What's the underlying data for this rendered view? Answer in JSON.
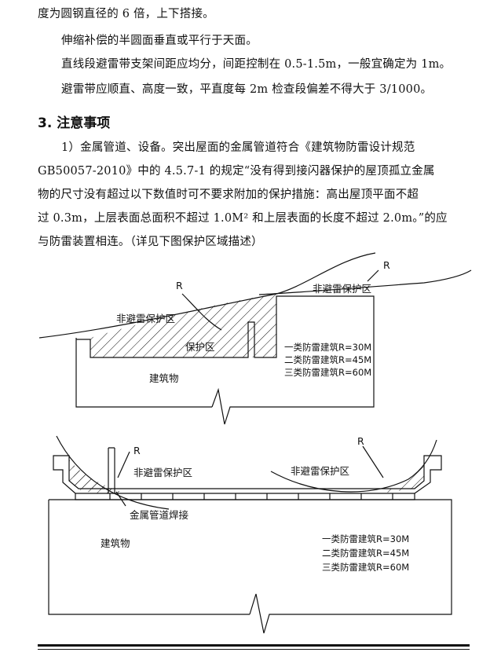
{
  "paragraph_top": [
    "度为圆钢直径的 6 倍，上下搭接。",
    "伸缩补偿的半圆面垂直或平行于天面。",
    "直线段避雷带支架间距应均分，间距控制在 0.5-1.5m，一般宜确定为 1m。",
    "避雷带应顺直、高度一致，平直度每 2m 检查段偏差不得大于 3/1000。"
  ],
  "section": {
    "heading": "3. 注意事项",
    "lines": [
      "1）金属管道、设备。突出屋面的金属管道符合《建筑物防雷设计规范",
      "GB50057-2010》中的 4.5.7-1 的规定“没有得到接闪器保护的屋顶孤立金属",
      "物的尺寸没有超过以下数值时可不要求附加的保护措施：高出屋顶平面不超",
      "过 0.3m，上层表面总面积不超过 1.0M² 和上层表面的长度不超过 2.0m。”的应",
      "与防雷装置相连。（详见下图保护区域描述）"
    ]
  },
  "figure1": {
    "r_left": "R",
    "r_right": "R",
    "unprotected_left": "非避雷保护区",
    "unprotected_right": "非避雷保护区",
    "protected": "保护区",
    "building": "建筑物",
    "class_lines": [
      "一类防雷建筑R=30M",
      "二类防雷建筑R=45M",
      "三类防雷建筑R=60M"
    ]
  },
  "figure2": {
    "r_left": "R",
    "r_right": "R",
    "unprotected_left": "非避雷保护区",
    "unprotected_right": "非避雷保护区",
    "weld": "金属管道焊接",
    "building": "建筑物",
    "class_lines": [
      "一类防雷建筑R=30M",
      "二类防雷建筑R=45M",
      "三类防雷建筑R=60M"
    ]
  }
}
